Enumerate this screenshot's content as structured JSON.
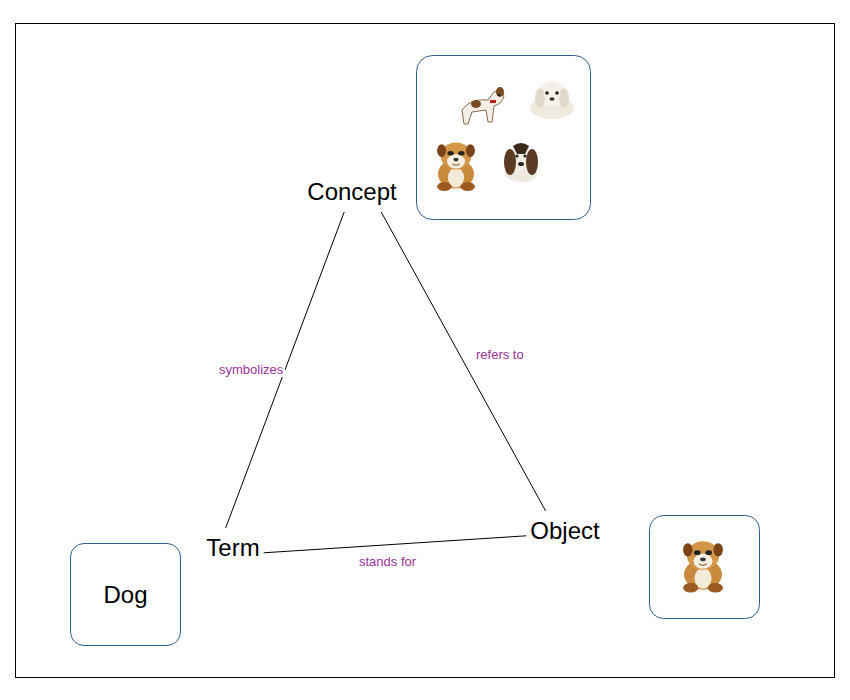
{
  "diagram": {
    "nodes": [
      {
        "text": [
          "Concept"
        ]
      },
      {
        "text": [
          "Term"
        ]
      },
      {
        "text": [
          "Object"
        ]
      },
      {
        "text": [
          "Dog"
        ]
      }
    ],
    "edges": [
      {
        "from": 1,
        "to": 0,
        "label": "symbolizes",
        "arrow": "none"
      },
      {
        "from": 0,
        "to": 2,
        "label": "refers to",
        "arrow": "none"
      },
      {
        "from": 1,
        "to": 2,
        "label": "stands for",
        "arrow": "none"
      }
    ]
  }
}
